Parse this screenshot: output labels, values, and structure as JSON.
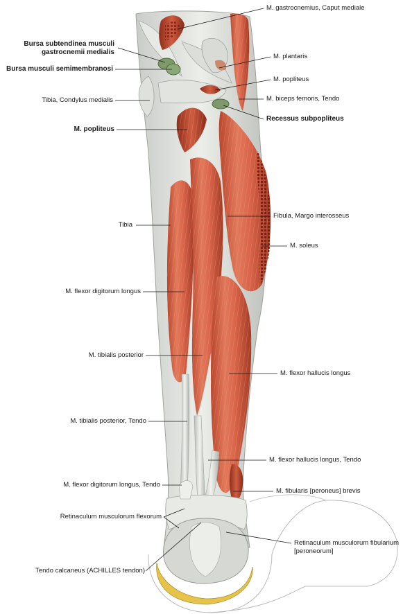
{
  "labels": {
    "gastrocnemius_caput_mediale": "M. gastrocnemius, Caput mediale",
    "bursa_subtendinea_1": "Bursa subtendinea musculi",
    "bursa_subtendinea_2": "gastrocnemii medialis",
    "bursa_semimembranosi": "Bursa musculi semimembranosi",
    "plantaris": "M. plantaris",
    "popliteus_right": "M. popliteus",
    "biceps_femoris_tendo": "M. biceps femoris, Tendo",
    "tibia_condylus_medialis": "Tibia, Condylus medialis",
    "recessus_subpopliteus": "Recessus subpopliteus",
    "popliteus_left": "M. popliteus",
    "fibula_margo": "Fibula, Margo interosseus",
    "tibia": "Tibia",
    "soleus": "M. soleus",
    "flexor_digitorum_longus": "M. flexor digitorum longus",
    "tibialis_posterior": "M. tibialis posterior",
    "flexor_hallucis_longus": "M. flexor hallucis longus",
    "tibialis_posterior_tendo": "M. tibialis posterior, Tendo",
    "flexor_hallucis_longus_tendo": "M. flexor hallucis longus, Tendo",
    "flexor_digitorum_longus_tendo": "M. flexor digitorum longus, Tendo",
    "fibularis_brevis": "M. fibularis [peroneus] brevis",
    "retinaculum_flexorum": "Retinaculum musculorum flexorum",
    "retinaculum_fibularium_1": "Retinaculum musculorum fibularium",
    "retinaculum_fibularium_2": "[peroneorum]",
    "tendo_calcaneus": "Tendo calcaneus (ACHILLES tendon)"
  }
}
